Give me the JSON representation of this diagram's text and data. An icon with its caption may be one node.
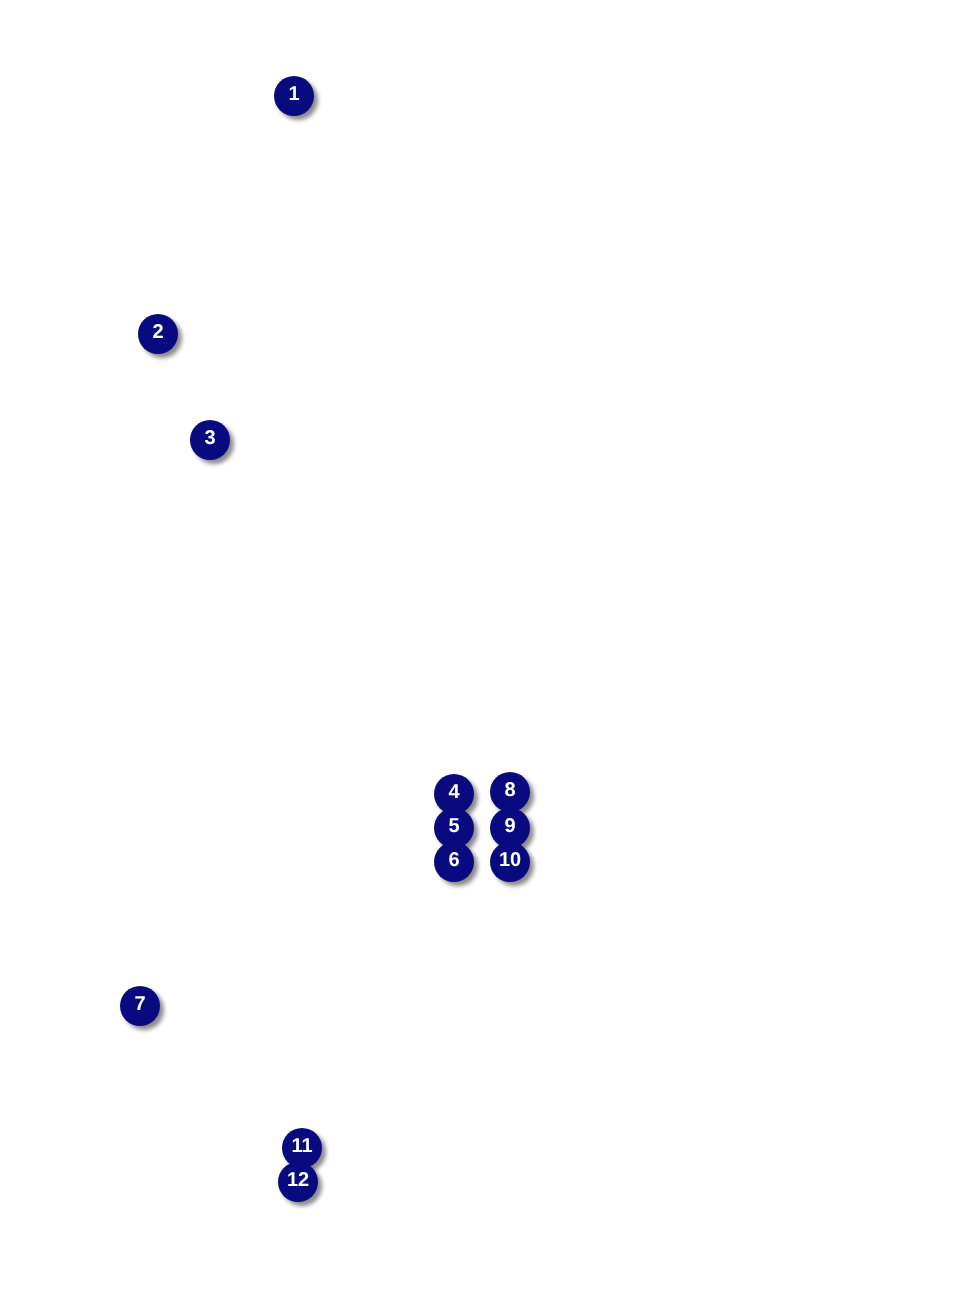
{
  "diagram": {
    "labels": [
      "1",
      "2",
      "3",
      "4",
      "8",
      "5",
      "9",
      "6",
      "10",
      "7",
      "11",
      "12"
    ]
  }
}
